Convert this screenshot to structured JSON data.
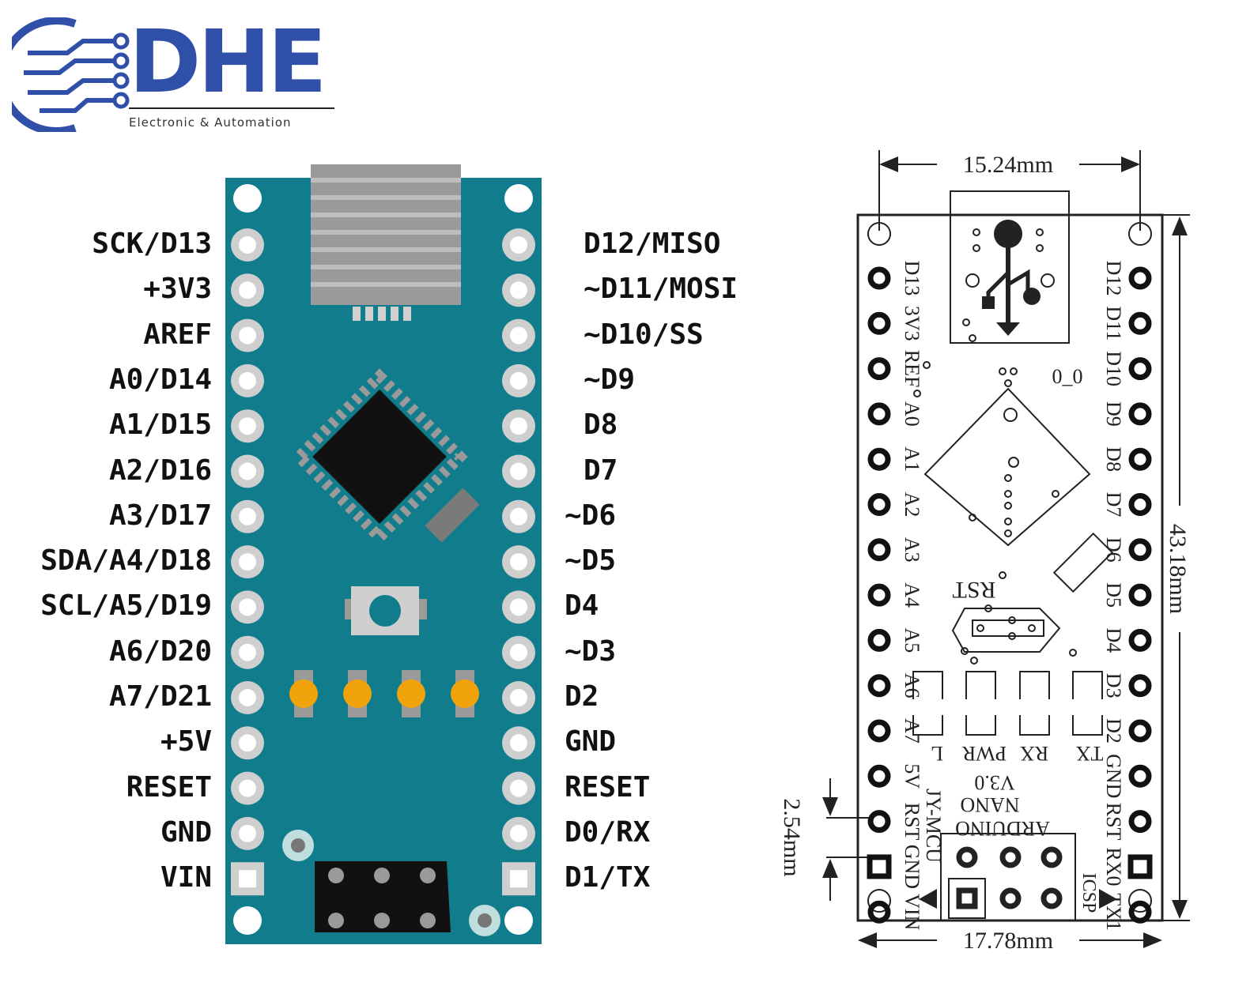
{
  "logo": {
    "text": "DHE",
    "subtitle": "Electronic & Automation"
  },
  "board": {
    "left_pins": [
      "SCK/D13",
      "+3V3",
      "AREF",
      "A0/D14",
      "A1/D15",
      "A2/D16",
      "A3/D17",
      "SDA/A4/D18",
      "SCL/A5/D19",
      "A6/D20",
      "A7/D21",
      "+5V",
      "RESET",
      "GND",
      "VIN"
    ],
    "right_pins": [
      "D12/MISO",
      "~D11/MOSI",
      "~D10/SS",
      "~D9",
      "D8",
      "D7",
      "~D6",
      "~D5",
      "D4",
      "~D3",
      "D2",
      "GND",
      "RESET",
      "D0/RX",
      "D1/TX"
    ],
    "colors": {
      "pcb": "#117c8b",
      "led": "#f0a30a",
      "chip": "#111111",
      "usb": "#9a9a9a"
    }
  },
  "drawing": {
    "dim_top": "15.24mm",
    "dim_bottom": "17.78mm",
    "dim_right": "43.18mm",
    "dim_pitch": "2.54mm",
    "left_silk": [
      "D13",
      "3V3",
      "REF",
      "A0",
      "A1",
      "A2",
      "A3",
      "A4",
      "A5",
      "A6",
      "A7",
      "5V",
      "RST",
      "GND",
      "VIN"
    ],
    "right_silk": [
      "D12",
      "D11",
      "D10",
      "D9",
      "D8",
      "D7",
      "D6",
      "D5",
      "D4",
      "D3",
      "D2",
      "GND",
      "RST",
      "RX0",
      "TX1"
    ],
    "led_labels": [
      "L",
      "PWR",
      "RX",
      "TX"
    ],
    "text_rst": "RST",
    "text_v30": "V3.0",
    "text_nano": "NANO",
    "text_jy": "JY-MCU",
    "text_arduino": "ARDUINO",
    "text_icsp": "ICSP",
    "text_o0": "0_0"
  }
}
